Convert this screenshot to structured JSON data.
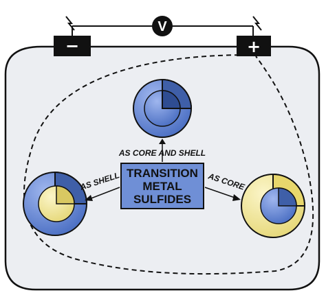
{
  "voltmeter": {
    "symbol": "V"
  },
  "terminals": {
    "negative": "−",
    "positive": "+"
  },
  "center_box": {
    "lines": [
      "TRANSITION",
      "METAL",
      "SULFIDES"
    ]
  },
  "arrows": {
    "top": "AS CORE AND SHELL",
    "left": "AS SHELL",
    "right": "AS CORE"
  },
  "colors": {
    "shell_blue": "#5b7fcf",
    "core_yellow": "#f2e79a",
    "box_fill": "#6f8fd6",
    "cell_fill": "#eceef2",
    "outline": "#111111"
  }
}
